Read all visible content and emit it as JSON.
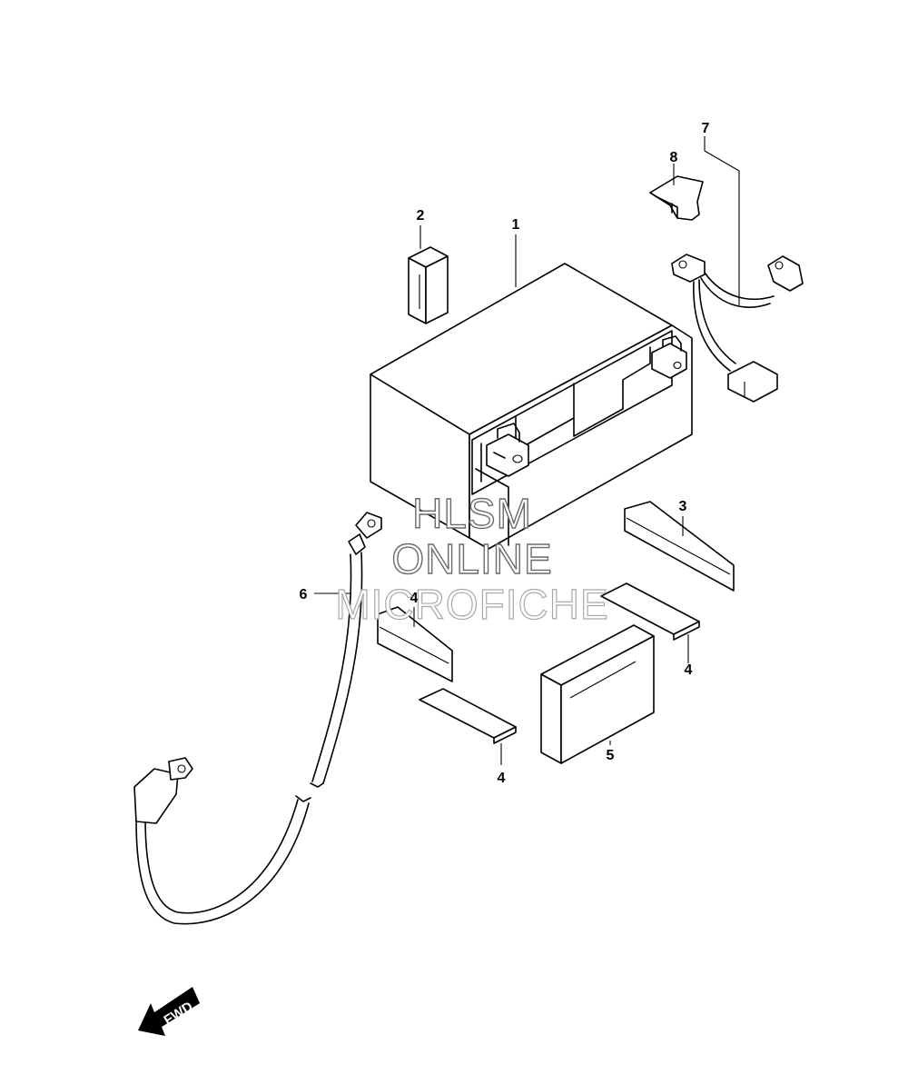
{
  "callouts": [
    {
      "id": "c1",
      "text": "1"
    },
    {
      "id": "c2",
      "text": "2"
    },
    {
      "id": "c3",
      "text": "3"
    },
    {
      "id": "c4a",
      "text": "4"
    },
    {
      "id": "c4b",
      "text": "4"
    },
    {
      "id": "c4c",
      "text": "4"
    },
    {
      "id": "c5",
      "text": "5"
    },
    {
      "id": "c6",
      "text": "6"
    },
    {
      "id": "c7",
      "text": "7"
    },
    {
      "id": "c8",
      "text": "8"
    }
  ],
  "watermark": {
    "line1": "HLSM",
    "line2": "ONLINE",
    "line3": "MICROFICHE"
  },
  "direction_arrow": {
    "text": "FWD"
  }
}
